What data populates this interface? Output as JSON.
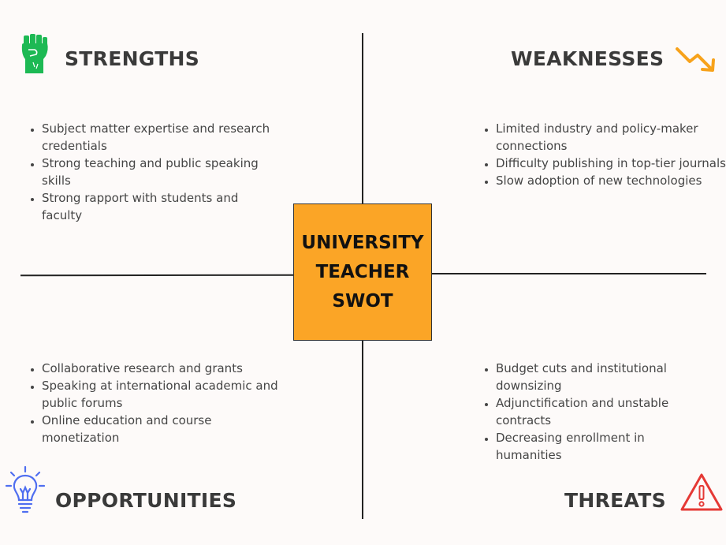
{
  "center": {
    "title": "UNIVERSITY TEACHER SWOT"
  },
  "strengths": {
    "title": "STRENGTHS",
    "icon": "raised-fist-icon",
    "color": "#1db954",
    "items": [
      "Subject matter expertise and research credentials",
      "Strong teaching and public speaking skills",
      "Strong rapport with students and faculty"
    ]
  },
  "weaknesses": {
    "title": "WEAKNESSES",
    "icon": "trending-down-icon",
    "color": "#f7a21b",
    "items": [
      "Limited industry and policy-maker connections",
      "Difficulty publishing in top-tier journals",
      "Slow adoption of new technologies"
    ]
  },
  "opportunities": {
    "title": "OPPORTUNITIES",
    "icon": "lightbulb-icon",
    "color": "#4f6ef0",
    "items": [
      "Collaborative research and grants",
      "Speaking at international academic and public forums",
      "Online education and course monetization"
    ]
  },
  "threats": {
    "title": "THREATS",
    "icon": "warning-triangle-icon",
    "color": "#e53935",
    "items": [
      "Budget cuts and institutional downsizing",
      "Adjunctification and unstable contracts",
      "Decreasing enrollment in humanities"
    ]
  }
}
